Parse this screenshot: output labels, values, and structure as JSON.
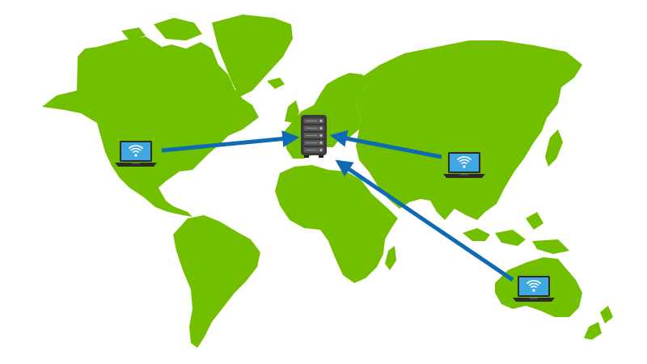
{
  "diagram": {
    "description_free": true,
    "colors": {
      "land": "#72bf00",
      "water": "#ffffff",
      "arrow": "#0f6ab4",
      "server_body": "#3c3c3c",
      "server_light": "#8a8a8a",
      "laptop_body": "#2b2b2b",
      "laptop_screen": "#3fa8e0",
      "wifi": "#ffffff"
    },
    "nodes": [
      {
        "id": "server",
        "icon": "server-icon"
      },
      {
        "id": "north-america",
        "icon": "laptop-wifi-icon"
      },
      {
        "id": "asia",
        "icon": "laptop-wifi-icon"
      },
      {
        "id": "australia",
        "icon": "laptop-wifi-icon"
      }
    ],
    "edges": [
      {
        "from": "north-america",
        "to": "server"
      },
      {
        "from": "asia",
        "to": "server"
      },
      {
        "from": "australia",
        "to": "server"
      }
    ]
  }
}
